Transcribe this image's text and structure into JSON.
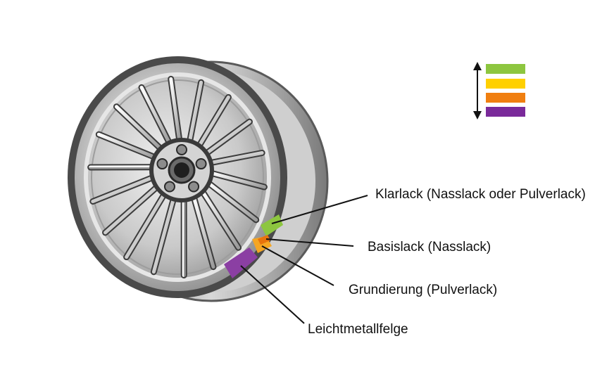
{
  "diagram": {
    "layers": [
      {
        "id": "clear",
        "label": "Klarlack (Nasslack oder Pulverlack)",
        "color": "#8dc63f"
      },
      {
        "id": "base",
        "label": "Basislack (Nasslack)",
        "color": "#f5a623"
      },
      {
        "id": "prime",
        "label": "Grundierung (Pulverlack)",
        "color": "#e8730c"
      },
      {
        "id": "rim",
        "label": "Leichtmetallfelge",
        "color": "#8b3fa3"
      }
    ],
    "legend_colors": [
      "#8dc63f",
      "#ffd000",
      "#f07f10",
      "#7a2a9a"
    ]
  }
}
